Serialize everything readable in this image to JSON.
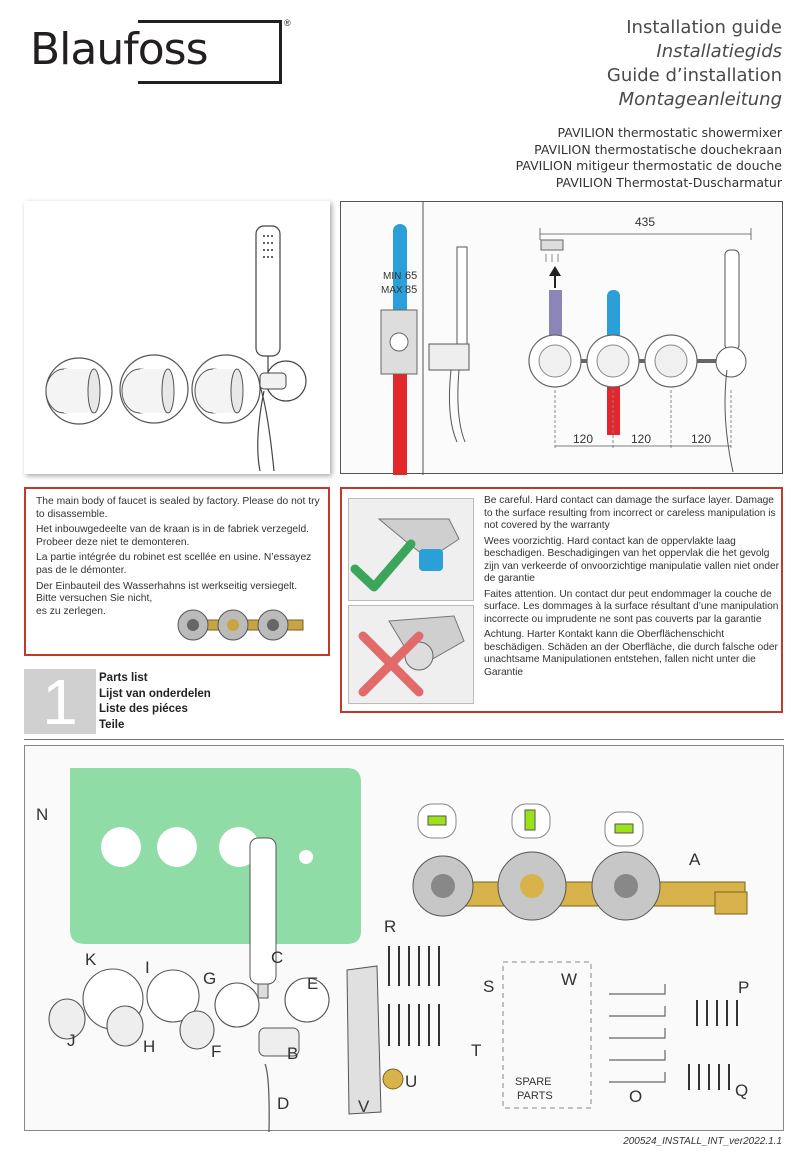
{
  "brand": {
    "name_part1": "Blau",
    "name_part2": "foss",
    "registered": "®"
  },
  "titles": {
    "en": "Installation guide",
    "nl": "Installatiegids",
    "fr": "Guide d’installation",
    "de": "Montageanleitung"
  },
  "subtitles": {
    "en": "PAVILION thermostatic showermixer",
    "nl": "PAVILION thermostatische douchekraan",
    "fr": "PAVILION mitigeur thermostatic de douche",
    "de": "PAVILION  Thermostat-Duscharmatur"
  },
  "installation": {
    "min_label": "MIN",
    "min_value": "65",
    "max_label": "MAX",
    "max_value": "85",
    "width_total": "435",
    "spacing": [
      "120",
      "120",
      "120"
    ]
  },
  "notice": {
    "en": "The main body of faucet is sealed by factory. Please do not try to disassemble.",
    "nl": "Het inbouwgedeelte van de kraan is in de fabriek verzegeld. Probeer deze niet te demonteren.",
    "fr": "La partie intégrée du robinet est scellée en usine. N’essayez pas de le démonter.",
    "de_1": "Der Einbauteil des Wasserhahns ist werkseitig versiegelt.",
    "de_2": "Bitte versuchen Sie nicht,",
    "de_3": "es zu zerlegen."
  },
  "caution": {
    "en": "Be careful. Hard contact can damage the surface layer. Damage to the surface resulting from incorrect or careless manipulation is not covered by the warranty",
    "nl": "Wees voorzichtig. Hard contact kan de oppervlakte laag beschadigen. Beschadigingen van het oppervlak die het gevolg zijn  van verkeerde of onvoorzichtige manipulatie vallen niet onder de garantie",
    "fr": "Faites attention. Un contact dur peut endommager la couche de surface. Les dommages à la surface résultant d’une manipulation incorrecte ou imprudente ne sont pas couverts par la garantie",
    "de": "Achtung. Harter Kontakt kann die Oberflächenschicht beschädigen. Schäden an der Oberfläche, die durch falsche oder unachtsame Manipulationen entstehen, fallen nicht unter die Garantie"
  },
  "section": {
    "number": "1",
    "en": "Parts list",
    "nl": "Lijst van onderdelen",
    "fr": "Liste des piéces",
    "de": "Teile"
  },
  "parts_labels": {
    "N": "N",
    "A": "A",
    "K": "K",
    "I": "I",
    "G": "G",
    "C": "C",
    "E": "E",
    "J": "J",
    "H": "H",
    "F": "F",
    "B": "B",
    "D": "D",
    "R": "R",
    "V": "V",
    "U": "U",
    "S": "S",
    "T": "T",
    "W": "W",
    "P": "P",
    "O": "O",
    "Q": "Q",
    "spare_1": "SPARE",
    "spare_2": "PARTS"
  },
  "colors": {
    "accent_red": "#c0392b",
    "hot_red": "#e3262b",
    "cold_blue": "#2a9fd8",
    "mixed_purple": "#8c86b8",
    "panel_green": "#8fdca7",
    "check_green": "#3aa55b",
    "level_green": "#9be21b"
  },
  "footer": "200524_INSTALL_INT_ver2022.1.1"
}
